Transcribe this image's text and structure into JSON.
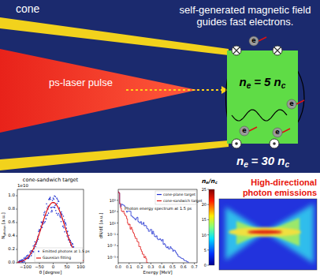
{
  "diagram": {
    "nodes": [
      {
        "text": [
          "n",
          "e",
          "= 5 n",
          "c"
        ]
      }
    ],
    "labels": [
      "cone",
      "ps-laser pulse",
      "self-generated magnetic field guides fast electrons.",
      "n",
      "e",
      "= 30 n",
      "c",
      "e",
      "e",
      "e",
      "e",
      "1e10",
      "cone-sandwich target",
      "0.0",
      "0.2",
      "0.4",
      "0.6",
      "0.8",
      "1.0",
      "−100",
      "−50",
      "0",
      "50",
      "100",
      "θ [degree]",
      "N",
      "photon",
      "[a.u.]",
      "Photon energy spectrum at 1.5 ps",
      "10⁵",
      "10³",
      "10¹",
      "10⁻¹",
      "10⁻³",
      "10⁻⁵",
      "0.0",
      "0.1",
      "0.2",
      "0.3",
      "0.4",
      "0.5",
      "0.6",
      "0.7",
      "Energy [MeV]",
      "dN/dE [a.u.]",
      "n",
      "e",
      "/n",
      "c",
      "25",
      "20",
      "15",
      "10",
      "5",
      "0",
      "High-directional photon emissions"
    ],
    "legend": [
      {
        "text": "Emitted photons at 1.5 ps"
      },
      {
        "text": "Gaussian fitting"
      },
      {
        "text": "cone-plane target"
      },
      {
        "text": "cone-sandwich target"
      }
    ]
  }
}
